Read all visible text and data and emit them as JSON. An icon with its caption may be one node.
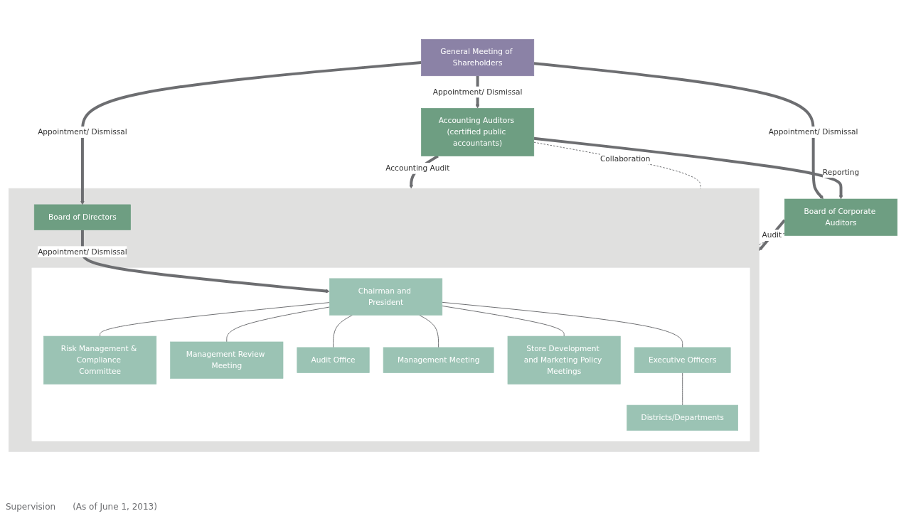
{
  "diagram": {
    "nodes": [
      {
        "text": [
          "General Meeting of Shareholders"
        ]
      },
      {
        "text": [
          "Accounting Auditors (certified public accountants)"
        ]
      },
      {
        "text": [
          "Board of Corporate Auditors"
        ]
      },
      {
        "text": [],
        "shape": "box"
      },
      {
        "text": [
          "Board of Directors"
        ],
        "in": 3
      },
      {
        "text": [],
        "shape": "box",
        "in": 3
      },
      {
        "text": [
          "Chairman and President"
        ],
        "in": 5
      },
      {
        "text": [
          "Risk Management & Compliance Committee"
        ],
        "in": 5
      },
      {
        "text": [
          "Management Review Meeting"
        ],
        "in": 5
      },
      {
        "text": [
          "Audit Office"
        ],
        "in": 5
      },
      {
        "text": [
          "Management Meeting"
        ],
        "in": 5
      },
      {
        "text": [
          "Store Development and Marketing Policy Meetings"
        ],
        "in": 5
      },
      {
        "text": [
          "Executive Officers"
        ],
        "in": 5
      },
      {
        "text": [
          "Districts/Departments"
        ],
        "in": 5
      }
    ],
    "edges": [
      {
        "from": 0,
        "to": 1,
        "arrow": "to",
        "label": "Appointment/ Dismissal",
        "style": "thick"
      },
      {
        "from": 0,
        "to": 2,
        "arrow": "to",
        "label": "Appointment/ Dismissal",
        "style": "thick"
      },
      {
        "from": 0,
        "to": 4,
        "arrow": "to",
        "label": "Appointment/ Dismissal",
        "style": "thick"
      },
      {
        "from": 1,
        "to": 2,
        "arrow": "to",
        "label": "Reporting",
        "style": "thick"
      },
      {
        "from": 2,
        "to": 3,
        "arrow": "to",
        "label": "Audit",
        "style": "thick"
      },
      {
        "from": 1,
        "to": 3,
        "arrow": "to",
        "label": "Accounting Audit",
        "style": "thick"
      },
      {
        "from": 1,
        "to": 3,
        "arrow": "none",
        "label": "Collaboration",
        "style": "dashed"
      },
      {
        "from": 2,
        "to": 3,
        "arrow": "none",
        "style": "dashed"
      },
      {
        "from": 4,
        "to": 6,
        "arrow": "to",
        "label": "Appointment/ Dismissal",
        "style": "thick"
      },
      {
        "from": 6,
        "to": 7,
        "arrow": "none"
      },
      {
        "from": 6,
        "to": 8,
        "arrow": "none"
      },
      {
        "from": 6,
        "to": 9,
        "arrow": "none"
      },
      {
        "from": 6,
        "to": 10,
        "arrow": "none"
      },
      {
        "from": 6,
        "to": 11,
        "arrow": "none"
      },
      {
        "from": 6,
        "to": 12,
        "arrow": "none"
      },
      {
        "from": 12,
        "to": 13,
        "arrow": "none"
      }
    ],
    "labels": [
      "Supervision",
      "(As of June 1, 2013)"
    ]
  }
}
